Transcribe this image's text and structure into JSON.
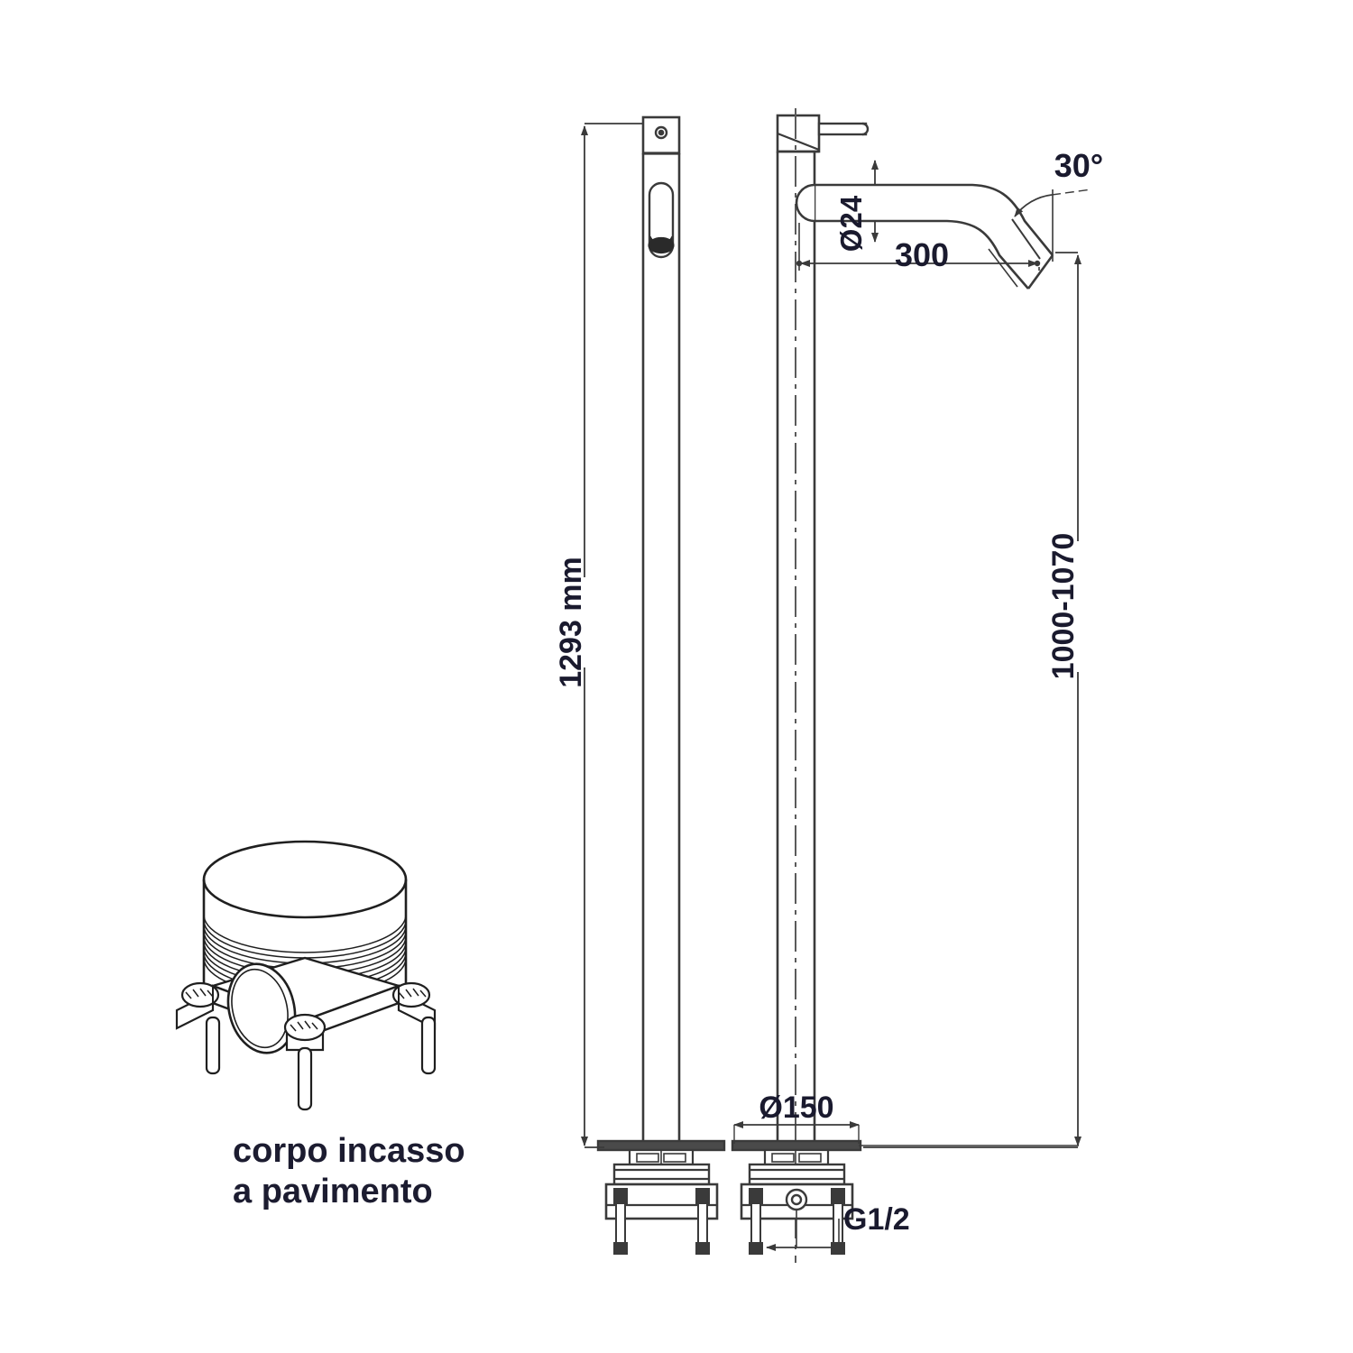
{
  "drawing": {
    "title": "Floor-mounted basin mixer technical drawing",
    "units": "mm",
    "line_color": "#3a3a3a",
    "text_color": "#1a1a2e",
    "background": "#ffffff"
  },
  "dimensions": {
    "total_height": "1293 mm",
    "spout_height_range": "1000-1070",
    "spout_reach": "300",
    "spout_diameter": "Ø24",
    "flange_diameter": "Ø150",
    "inlet_thread": "G1/2",
    "spout_angle": "30°"
  },
  "annotations": {
    "embedded_body_line1": "corpo incasso",
    "embedded_body_line2": "a pavimento"
  },
  "views": [
    {
      "name": "control-column-view",
      "label": ""
    },
    {
      "name": "spout-column-view",
      "label": ""
    },
    {
      "name": "rough-in-body-isometric",
      "label": "corpo incasso a pavimento"
    }
  ]
}
